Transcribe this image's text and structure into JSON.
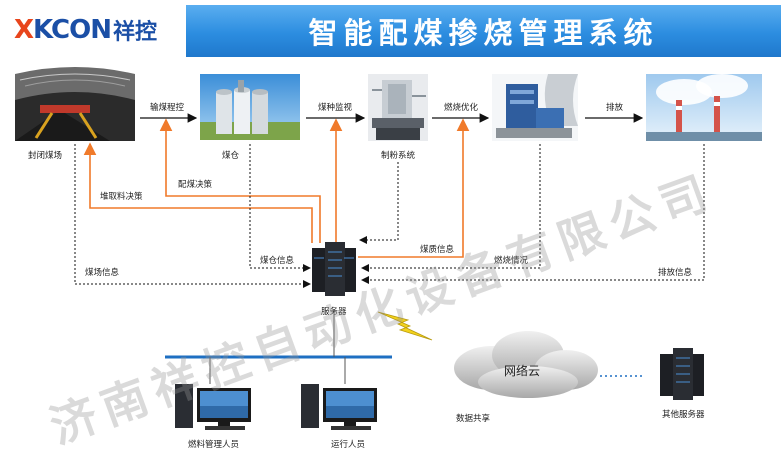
{
  "header": {
    "logo_mark": "X",
    "logo_text": "KCON",
    "logo_cn": "祥控",
    "title": "智能配煤掺烧管理系统"
  },
  "nodes": {
    "yard": "封闭煤场",
    "silo": "煤仓",
    "mill": "制粉系统",
    "server": "服务器",
    "fuel_staff": "燃料管理人员",
    "ops_staff": "运行人员",
    "cloud": "网络云",
    "data_share": "数据共享",
    "other_servers": "其他服务器"
  },
  "edges": {
    "conveyor": "输煤程控",
    "coal_monitor": "煤种监视",
    "combustion_opt": "燃烧优化",
    "emission": "排放",
    "stacking_decision": "堆取料决策",
    "blending_decision": "配煤决策",
    "silo_info": "煤仓信息",
    "quality_info": "煤质信息",
    "combustion_status": "燃烧情况",
    "yard_info": "煤场信息",
    "emission_info": "排放信息"
  },
  "watermark": "济南祥控自动化设备有限公司",
  "colors": {
    "banner": "#2c8de0",
    "orange_line": "#f07a2a",
    "black_line": "#111111",
    "network_bus": "#1e6fc2"
  }
}
